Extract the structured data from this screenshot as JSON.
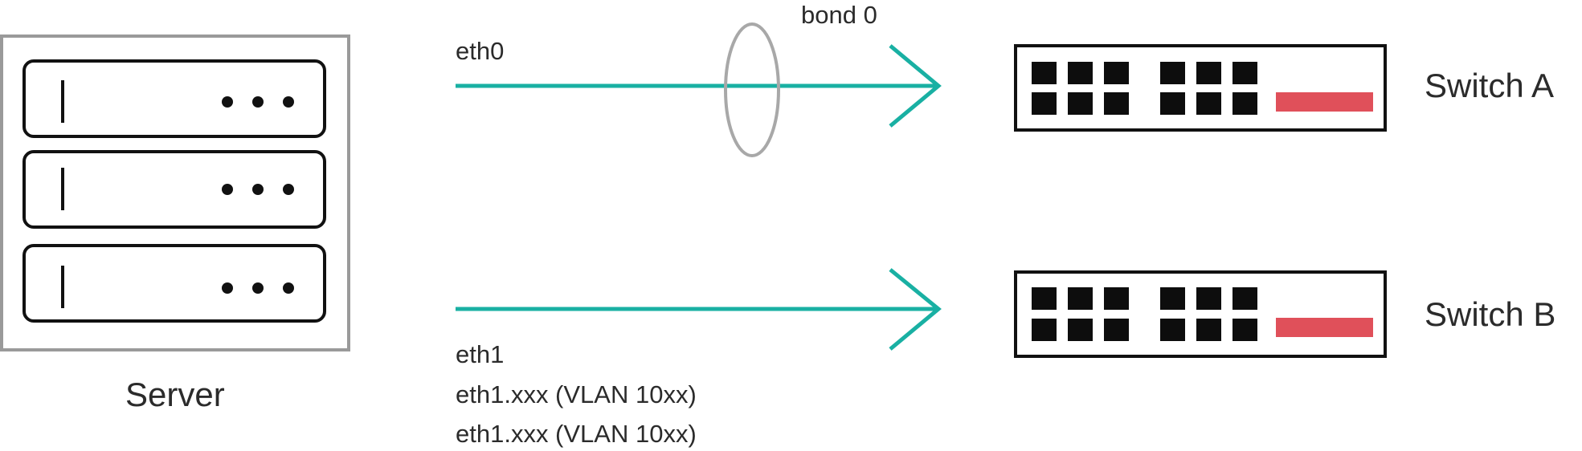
{
  "server": {
    "label": "Server",
    "units": [
      {
        "name": "rack-unit-1"
      },
      {
        "name": "rack-unit-2"
      },
      {
        "name": "rack-unit-3"
      }
    ]
  },
  "links": {
    "eth0": {
      "label": "eth0",
      "bond_label": "bond 0"
    },
    "eth1": {
      "label": "eth1",
      "sub_labels": [
        "eth1.xxx (VLAN 10xx)",
        "eth1.xxx (VLAN 10xx)"
      ]
    }
  },
  "switches": {
    "a": {
      "label": "Switch A"
    },
    "b": {
      "label": "Switch B"
    }
  },
  "colors": {
    "link": "#19b0a3",
    "bond_ellipse": "#a8a8a8",
    "server_outline": "#9a9a9a",
    "port": "#0d0d0d",
    "indicator": "#e0505a",
    "text": "#2b2b2b"
  }
}
